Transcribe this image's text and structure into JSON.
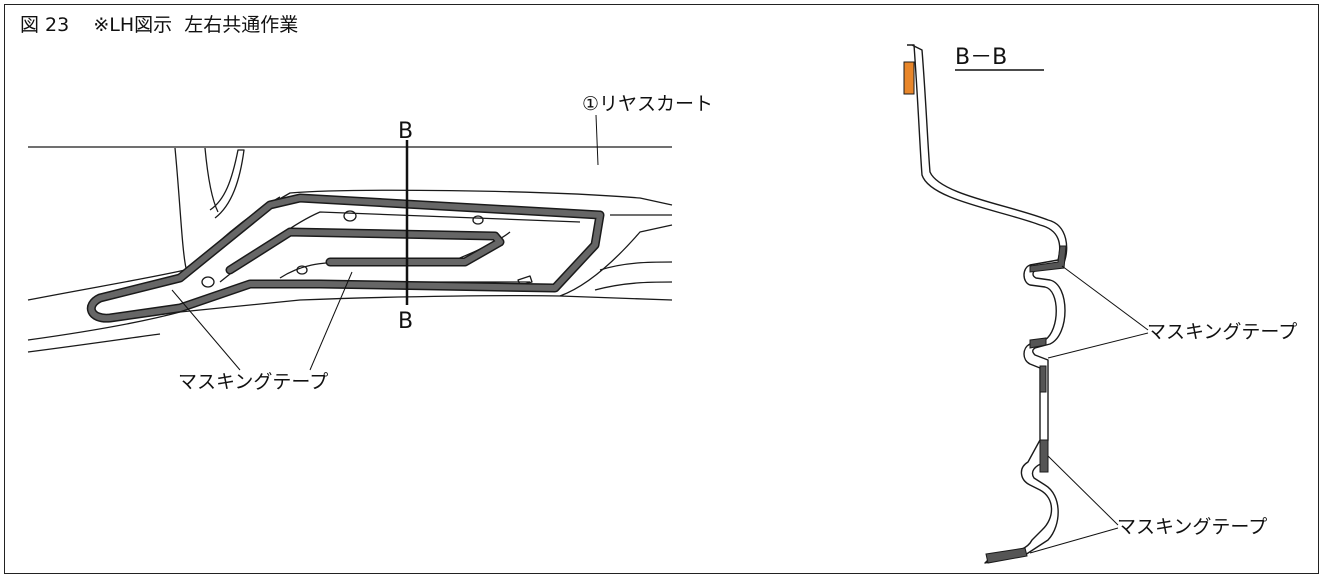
{
  "header": {
    "figure": "図 23",
    "note": "※LH図示  左右共通作業"
  },
  "left_view": {
    "part_label": "①リヤスカート",
    "section_top": "B",
    "section_bottom": "B",
    "tape_label": "マスキングテープ"
  },
  "right_view": {
    "section_title": "B－B",
    "tape_label_upper": "マスキングテープ",
    "tape_label_lower": "マスキングテープ"
  },
  "colors": {
    "tape": "#555555",
    "tape_orange": "#e8862a",
    "line": "#1a1a1a"
  }
}
